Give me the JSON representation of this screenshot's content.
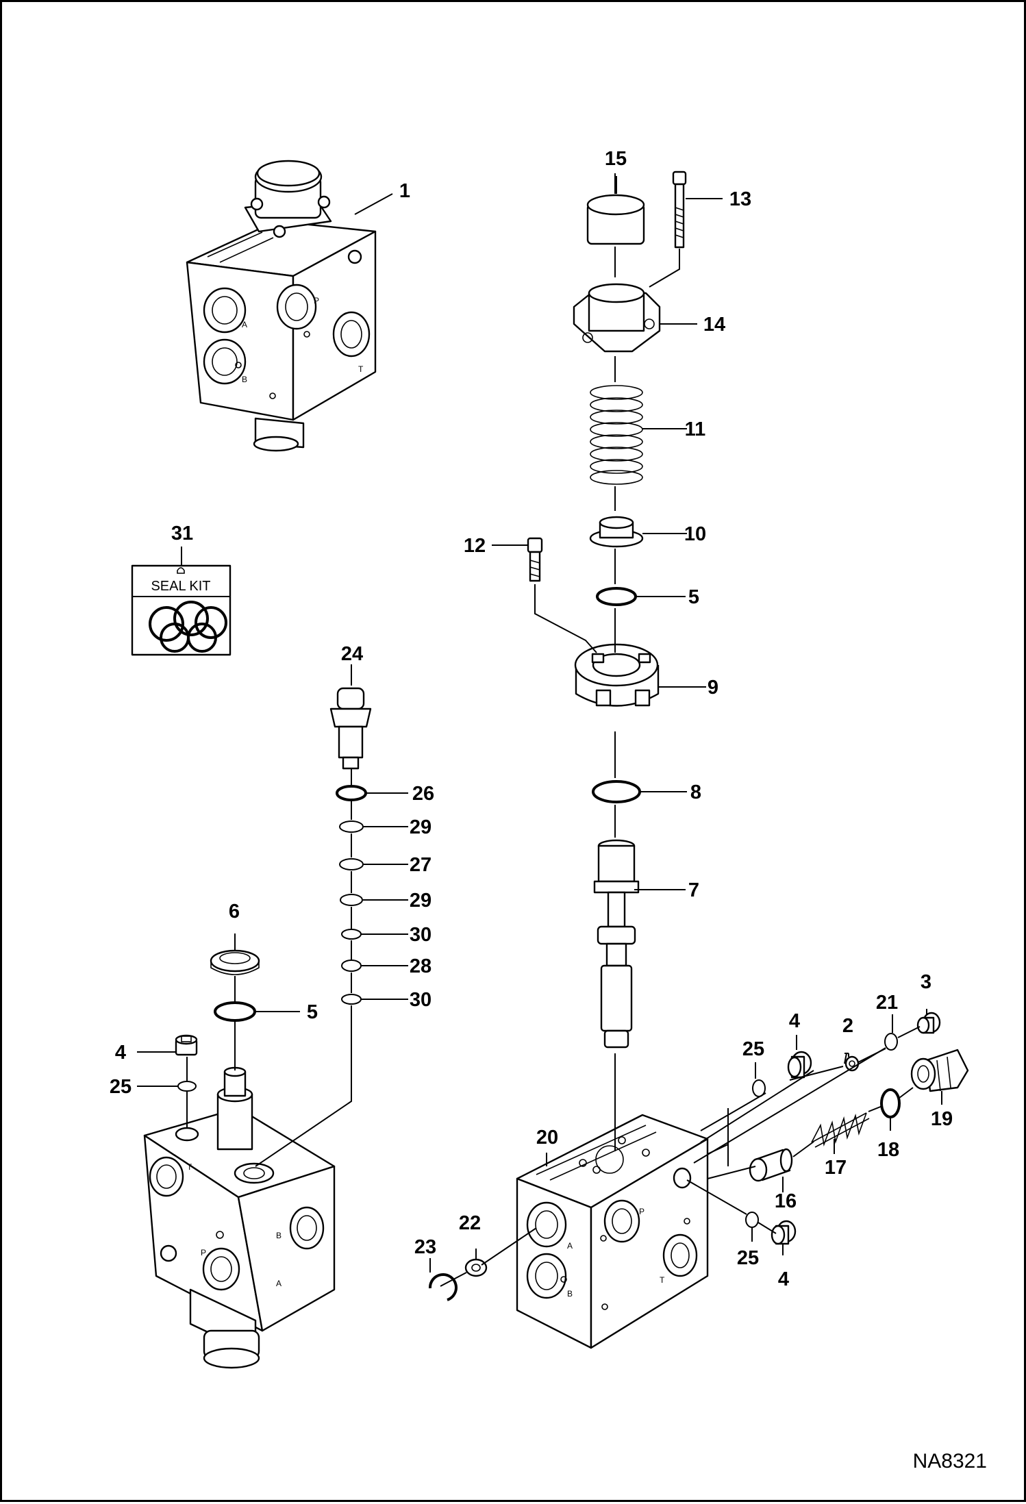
{
  "drawing_id": "NA8321",
  "seal_kit_label": "SEAL KIT",
  "port_marks": {
    "a": "A",
    "b": "B",
    "p": "P",
    "t": "T"
  },
  "callouts": {
    "c1": "1",
    "c15": "15",
    "c13": "13",
    "c14": "14",
    "c11": "11",
    "c10": "10",
    "c12": "12",
    "c5_upper": "5",
    "c9": "9",
    "c8": "8",
    "c7": "7",
    "c31": "31",
    "c24": "24",
    "c26": "26",
    "c29_a": "29",
    "c27": "27",
    "c29_b": "29",
    "c30_a": "30",
    "c28": "28",
    "c30_b": "30",
    "c6": "6",
    "c5_lower": "5",
    "c4_left": "4",
    "c25_left": "25",
    "c4_mid": "4",
    "c25_mid": "25",
    "c2": "2",
    "c21": "21",
    "c3": "3",
    "c19": "19",
    "c18": "18",
    "c17": "17",
    "c16": "16",
    "c20": "20",
    "c22": "22",
    "c23": "23",
    "c25_low": "25",
    "c4_low": "4"
  }
}
